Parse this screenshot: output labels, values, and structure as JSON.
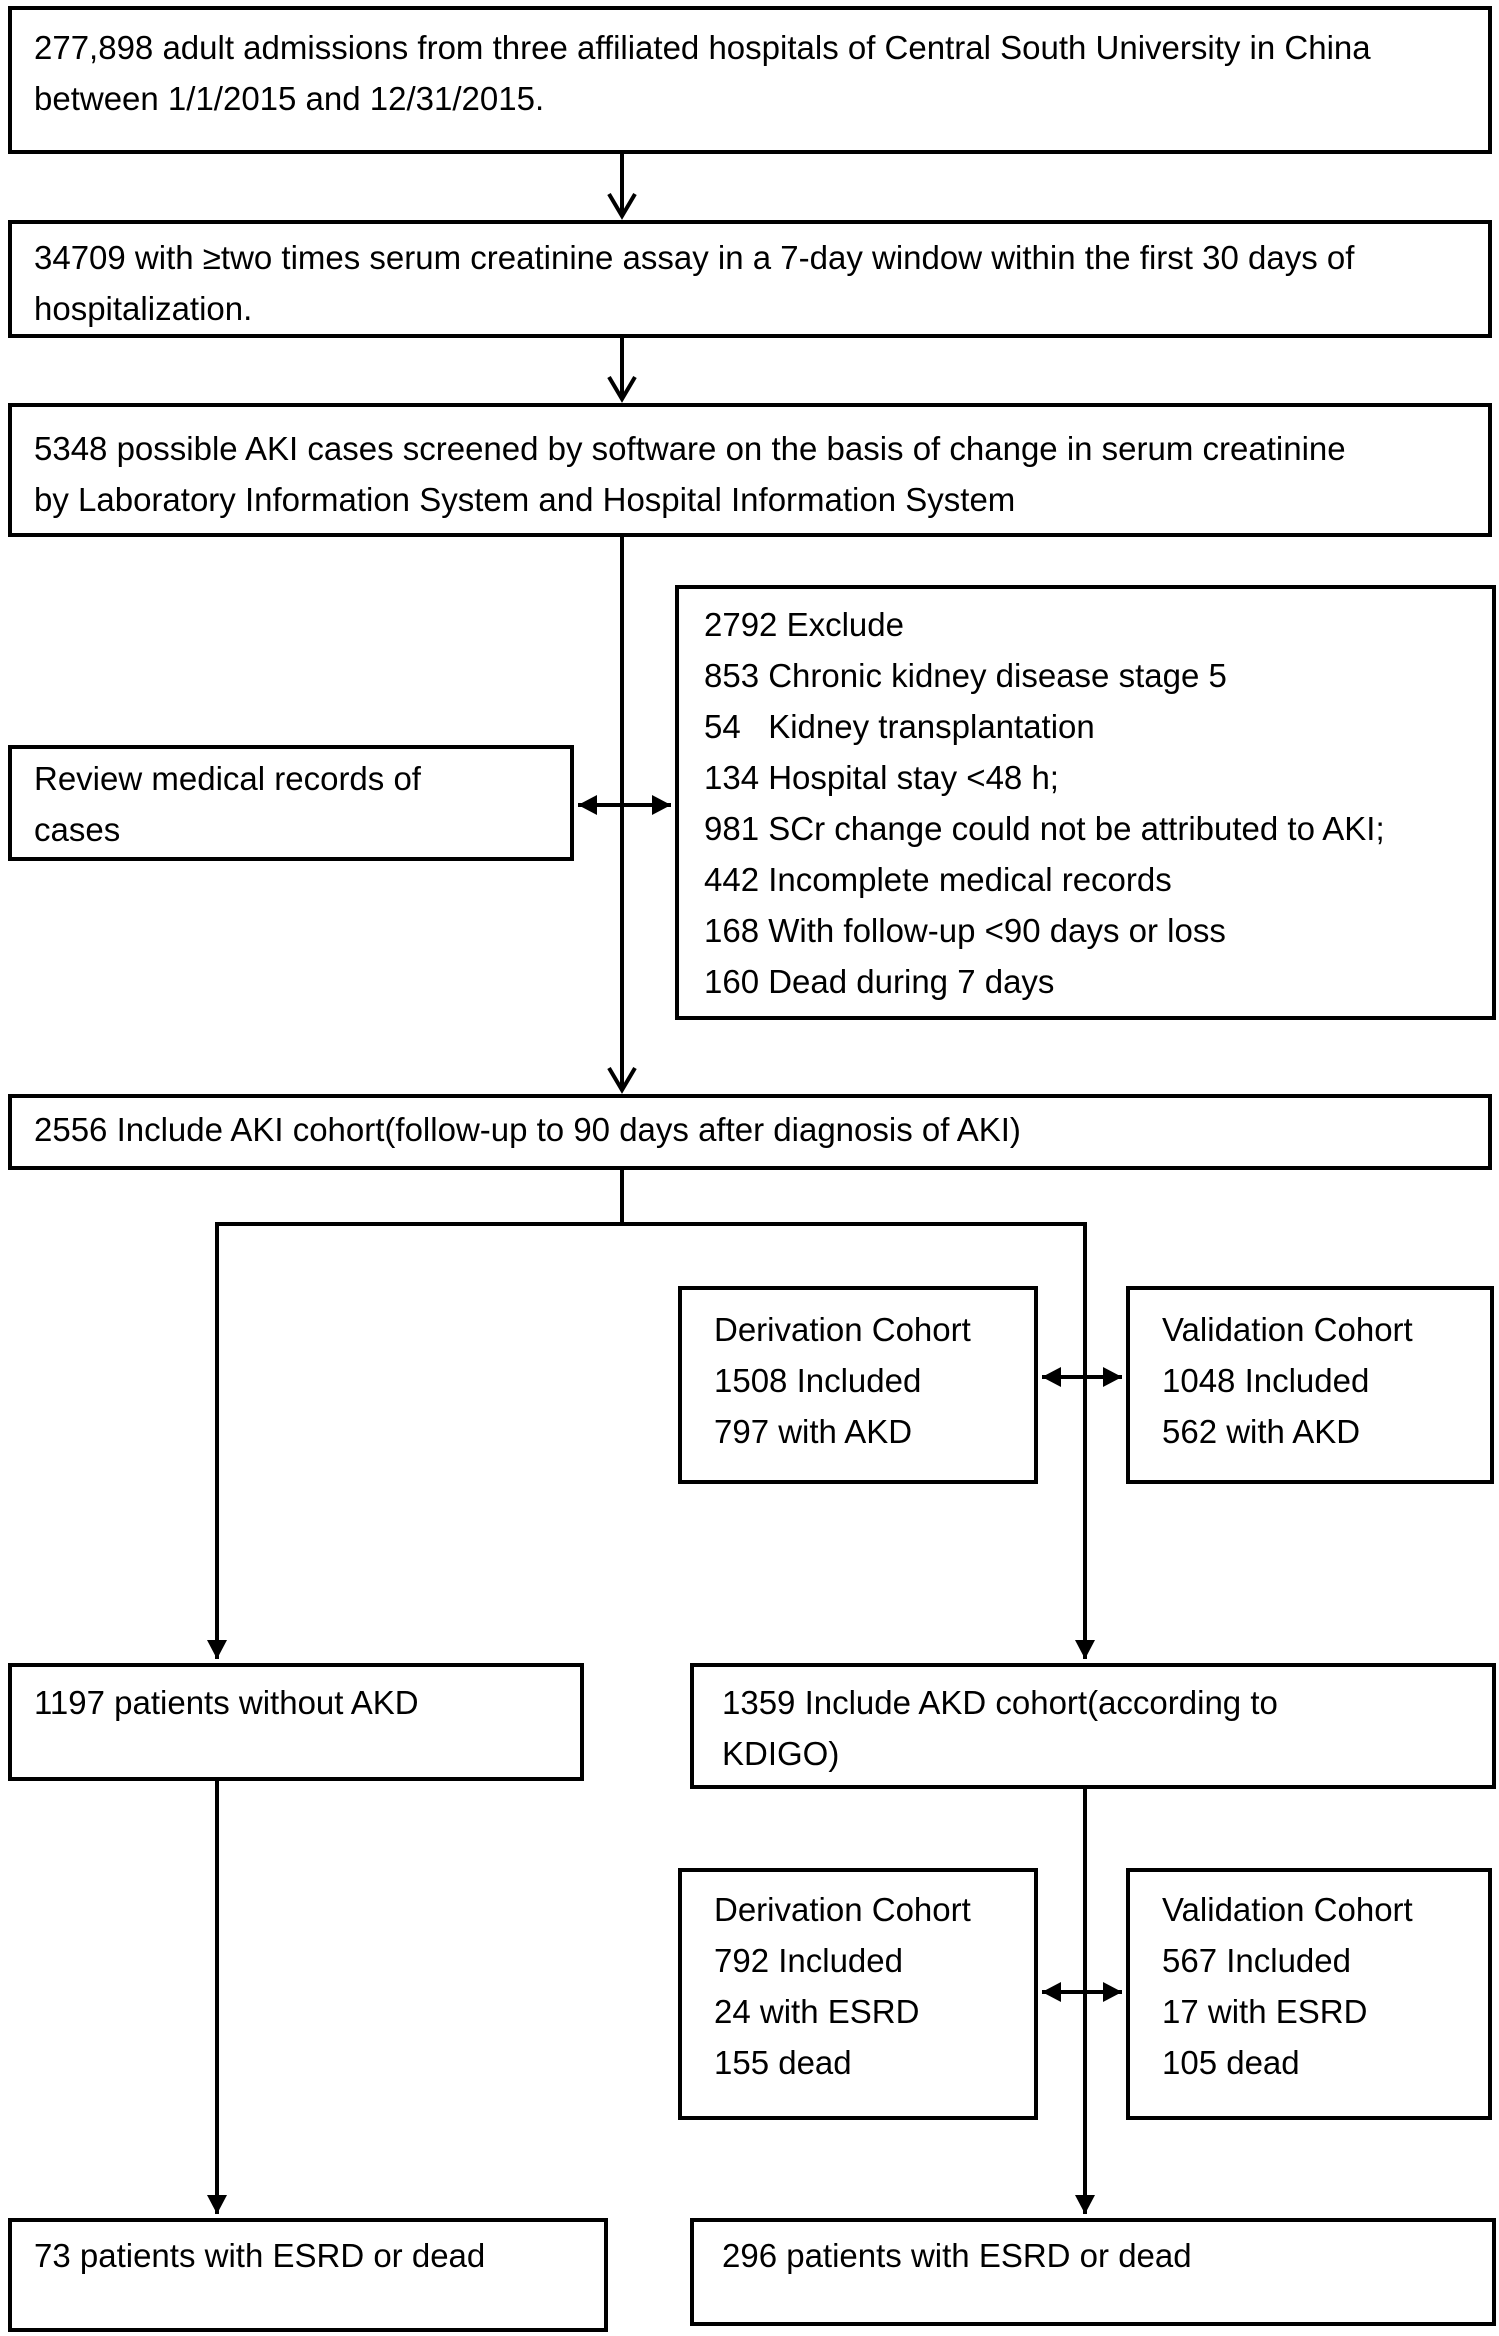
{
  "flow": {
    "colors": {
      "line": "#000000",
      "box_border": "#000000",
      "background": "#ffffff",
      "text": "#000000"
    },
    "boxes": {
      "admissions": {
        "text": "277,898 adult admissions from three affiliated hospitals of Central South University in China between 1/1/2015 and 12/31/2015."
      },
      "creatinine": {
        "text": "34709 with ≥two times serum creatinine assay in a 7-day window within the first 30 days of hospitalization."
      },
      "screened": {
        "text": "5348 possible AKI cases screened by software on the basis of change in serum creatinine by Laboratory Information System and Hospital Information System"
      },
      "review": {
        "text": "Review medical records of cases"
      },
      "exclude": {
        "lines": [
          "2792 Exclude",
          "853 Chronic kidney disease stage 5",
          "54   Kidney transplantation",
          "134 Hospital stay <48 h;",
          "981 SCr change could not be attributed to AKI;",
          "442 Incomplete medical records",
          "168 With follow-up <90 days or loss",
          "160 Dead during 7 days"
        ]
      },
      "aki_cohort": {
        "text": "2556 Include AKI cohort(follow-up to 90 days after diagnosis of AKI)"
      },
      "derivation_akd": {
        "lines": [
          "Derivation Cohort",
          "1508 Included",
          "797 with AKD"
        ]
      },
      "validation_akd": {
        "lines": [
          "Validation Cohort",
          "1048 Included",
          "562 with AKD"
        ]
      },
      "no_akd": {
        "text": "1197 patients without AKD"
      },
      "akd_cohort": {
        "text": "1359 Include AKD cohort(according to KDIGO)"
      },
      "derivation_esrd": {
        "lines": [
          "Derivation Cohort",
          "792 Included",
          "24 with ESRD",
          "155 dead"
        ]
      },
      "validation_esrd": {
        "lines": [
          "Validation Cohort",
          "567 Included",
          "17 with ESRD",
          "105 dead"
        ]
      },
      "esrd_dead_no_akd": {
        "text": "73 patients with ESRD or dead"
      },
      "esrd_dead_akd": {
        "text": "296 patients with ESRD or dead"
      }
    }
  }
}
